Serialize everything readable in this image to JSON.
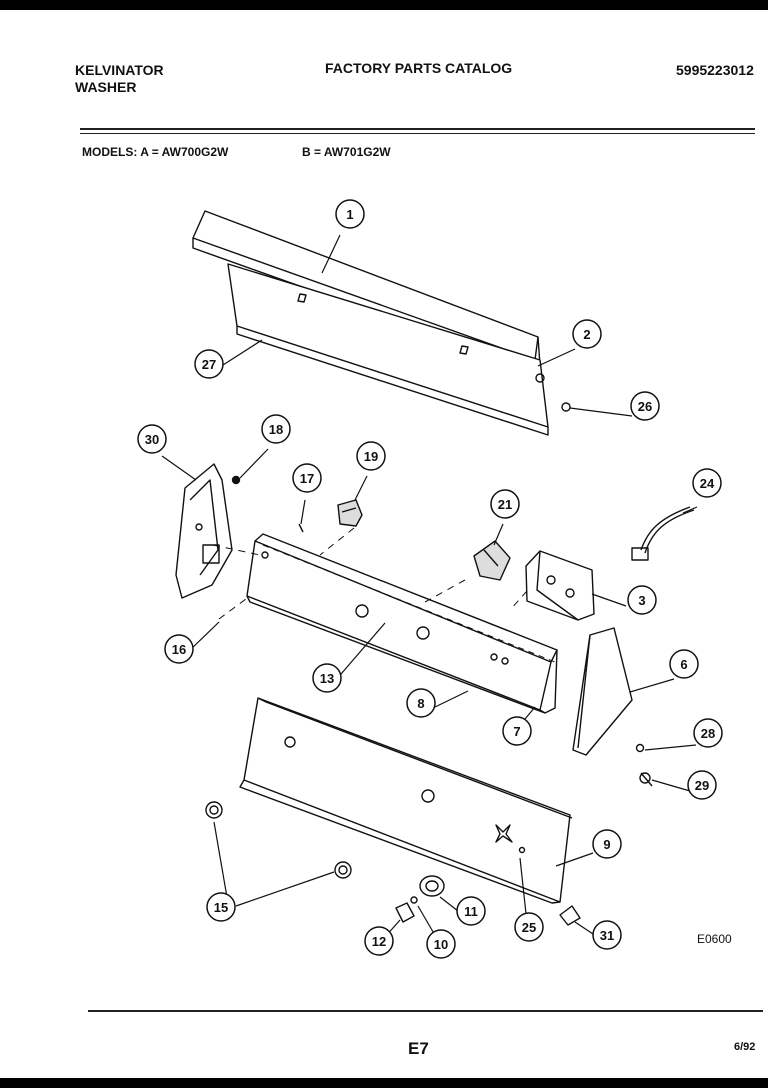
{
  "header": {
    "brand": "KELVINATOR",
    "product": "WASHER",
    "catalog": "FACTORY PARTS CATALOG",
    "part_number": "5995223012"
  },
  "models": {
    "label_a": "MODELS:  A = AW700G2W",
    "label_b": "B =  AW701G2W"
  },
  "callouts": [
    "1",
    "2",
    "3",
    "6",
    "7",
    "8",
    "9",
    "10",
    "11",
    "12",
    "13",
    "15",
    "16",
    "17",
    "18",
    "19",
    "21",
    "24",
    "25",
    "26",
    "27",
    "28",
    "29",
    "30",
    "31"
  ],
  "footer": {
    "drawing_code": "E0600",
    "page": "E7",
    "date": "6/92"
  }
}
